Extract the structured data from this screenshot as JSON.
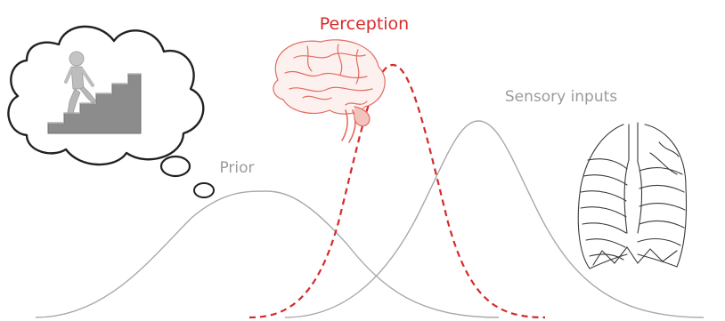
{
  "labels": {
    "perception": "Perception",
    "sensory": "Sensory inputs",
    "prior": "Prior"
  },
  "colors": {
    "background": "#ffffff",
    "curve_gray": "#a9a9a9",
    "perception_red": "#d62a2a",
    "label_gray": "#9b9b9b",
    "brain_line": "#e36b5f",
    "lungs_line": "#3a3a3a",
    "figure_body": "#bdbdbd",
    "stairs": "#8c8c8c"
  },
  "icons": {
    "thought_bubble": "thought-bubble-icon",
    "stairs_figure": "figure-climbing-stairs-icon",
    "brain": "brain-icon",
    "lungs": "lungs-icon"
  }
}
